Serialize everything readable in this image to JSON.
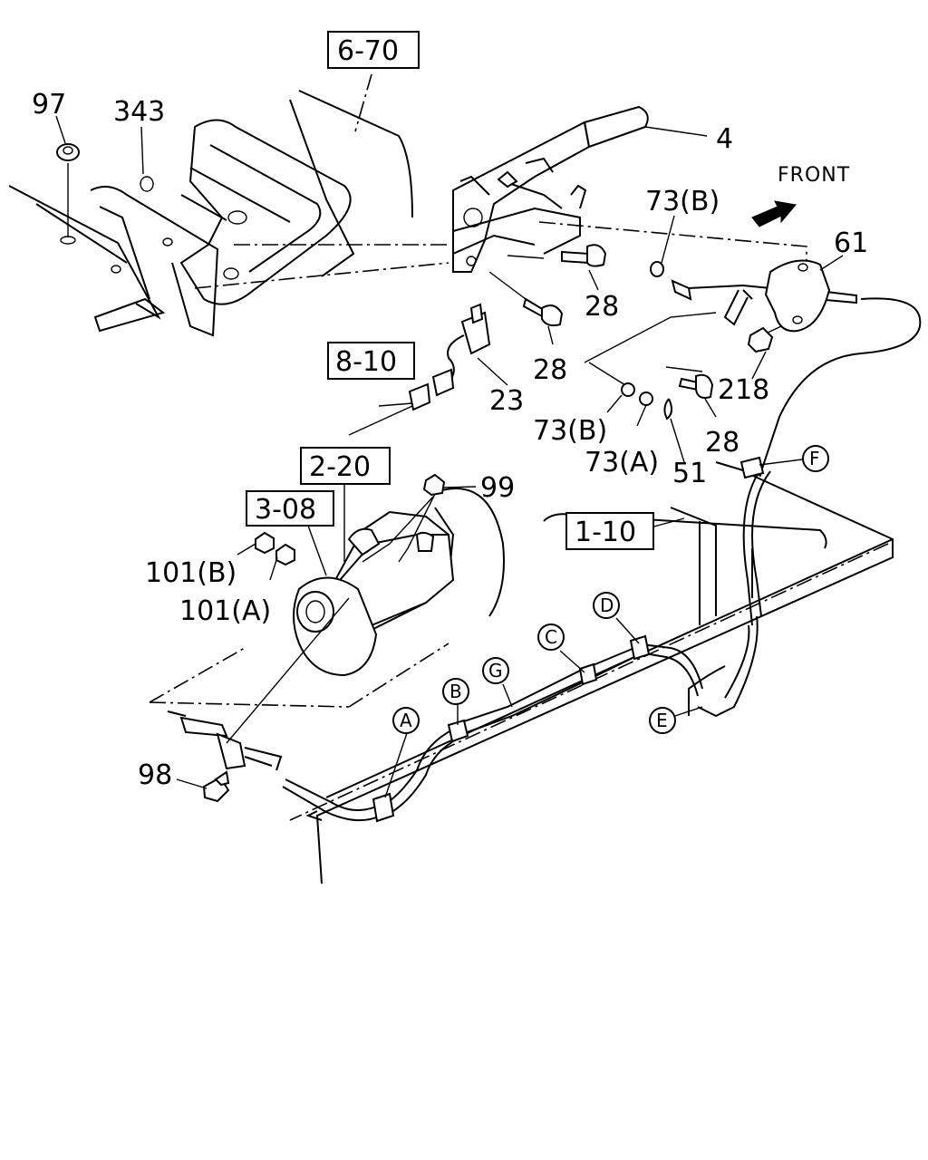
{
  "front_label": "FRONT",
  "refs": {
    "r6_70": "6-70",
    "r8_10": "8-10",
    "r2_20": "2-20",
    "r3_08": "3-08",
    "r1_10": "1-10"
  },
  "parts": {
    "p97": "97",
    "p343": "343",
    "p4": "4",
    "p73b_top": "73(B)",
    "p61": "61",
    "p28_a": "28",
    "p28_b": "28",
    "p28_c": "28",
    "p218": "218",
    "p23": "23",
    "p73b_low": "73(B)",
    "p73a": "73(A)",
    "p51": "51",
    "p99": "99",
    "p101b": "101(B)",
    "p101a": "101(A)",
    "p98": "98"
  },
  "clips": {
    "A": "A",
    "B": "B",
    "C": "C",
    "D": "D",
    "E": "E",
    "F": "F",
    "G": "G"
  }
}
